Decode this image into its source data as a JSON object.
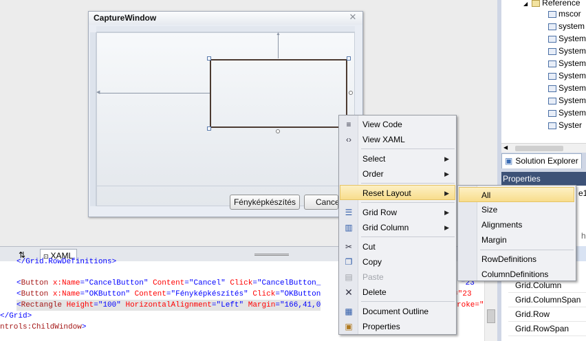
{
  "capture_window": {
    "title": "CaptureWindow",
    "close_glyph": "✕",
    "buttons": [
      "Fényképkészítés",
      "Cance"
    ]
  },
  "tree": {
    "root": "Reference",
    "items": [
      "mscor",
      "system",
      "System",
      "System",
      "System",
      "System",
      "System",
      "System",
      "System",
      "Syster"
    ]
  },
  "solution_explorer_tab": "Solution Explorer",
  "properties": {
    "header": "Properties",
    "partial_title": "e1",
    "search_partial": "h",
    "rows": [
      "Grid.Column",
      "Grid.ColumnSpan",
      "Grid.Row",
      "Grid.RowSpan"
    ]
  },
  "tabs": {
    "swap_label": "⇅",
    "xaml_label": "XAML"
  },
  "code": {
    "line0": "</Grid.RowDefinitions>",
    "line1": {
      "tag": "Button",
      "a1": "x:Name",
      "v1": "\"CancelButton\"",
      "a2": "Content",
      "v2": "\"Cancel\"",
      "a3": "Click",
      "v3": "\"CancelButton_",
      "tail": "\"23"
    },
    "line2": {
      "tag": "Button",
      "a1": "x:Name",
      "v1": "\"OKButton\"",
      "a2": "Content",
      "v2": "\"Fényképkészítés\"",
      "a3": "Click",
      "v3": "\"OKButton",
      "tail": "nt=\"23"
    },
    "line3": {
      "tag": "Rectangle",
      "a1": "Height",
      "v1": "\"100\"",
      "a2": "HorizontalAlignment",
      "v2": "\"Left\"",
      "a3": "Margin",
      "v3": "\"166,41,0",
      "tail": "roke=\""
    },
    "line4": "</Grid>",
    "line5": {
      "prefix": "ntrols:",
      "tag": "ChildWindow"
    }
  },
  "context_menu": {
    "items": [
      {
        "label": "View Code",
        "icon": "view-code-icon",
        "glyph": "≡"
      },
      {
        "label": "View XAML",
        "icon": "view-xaml-icon",
        "glyph": "‹›"
      },
      {
        "label": "Select",
        "submenu": true
      },
      {
        "label": "Order",
        "submenu": true
      },
      {
        "label": "Reset Layout",
        "submenu": true,
        "highlighted": true
      },
      {
        "label": "Grid Row",
        "icon": "grid-row-icon",
        "glyph": "☰",
        "submenu": true
      },
      {
        "label": "Grid Column",
        "icon": "grid-column-icon",
        "glyph": "▥",
        "submenu": true
      },
      {
        "label": "Cut",
        "icon": "scissors-icon",
        "glyph": "✂"
      },
      {
        "label": "Copy",
        "icon": "copy-icon",
        "glyph": "❐"
      },
      {
        "label": "Paste",
        "icon": "paste-icon",
        "glyph": "▤",
        "disabled": true
      },
      {
        "label": "Delete",
        "icon": "delete-icon",
        "glyph": "✕"
      },
      {
        "label": "Document Outline",
        "icon": "document-outline-icon",
        "glyph": "▦"
      },
      {
        "label": "Properties",
        "icon": "properties-icon",
        "glyph": "▣"
      }
    ],
    "arrow_glyph": "▶"
  },
  "submenu": {
    "items": [
      "All",
      "Size",
      "Alignments",
      "Margin",
      "RowDefinitions",
      "ColumnDefinitions"
    ]
  },
  "colors": {
    "menu_highlight": "#f8dd8c",
    "properties_header": "#3d5277"
  }
}
